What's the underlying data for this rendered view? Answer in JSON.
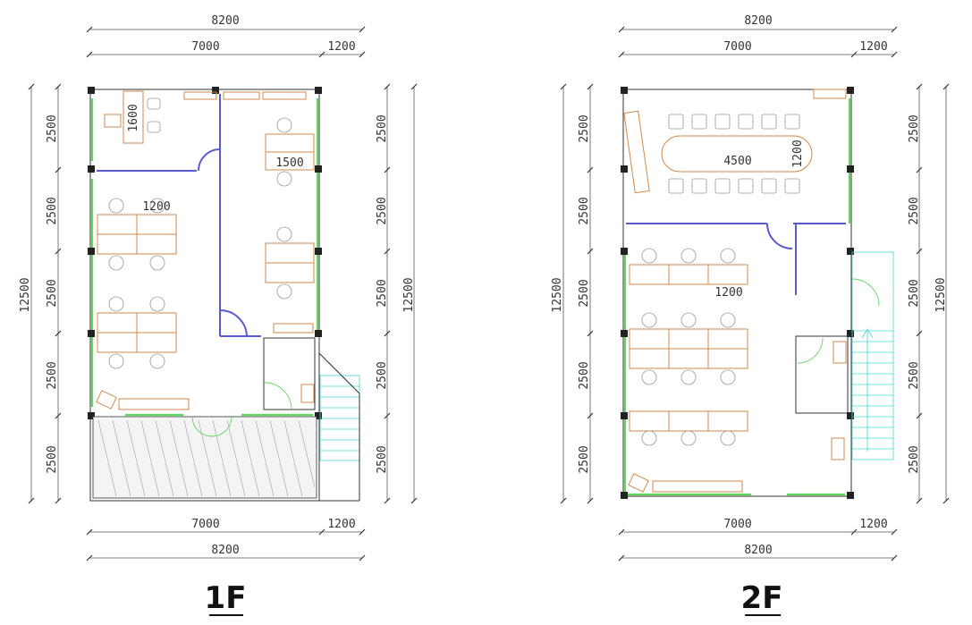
{
  "floors": [
    {
      "label": "1F",
      "dims": {
        "top_total": "8200",
        "top_main": "7000",
        "top_side": "1200",
        "bottom_total": "8200",
        "bottom_main": "7000",
        "bottom_side": "1200",
        "left_rows": [
          "2500",
          "2500",
          "2500",
          "2500",
          "2500"
        ],
        "left_total": "12500",
        "right_rows": [
          "2500",
          "2500",
          "2500",
          "2500",
          "2500"
        ],
        "right_total": "12500"
      },
      "annotations": [
        "1600",
        "1500",
        "1200"
      ]
    },
    {
      "label": "2F",
      "dims": {
        "top_total": "8200",
        "top_main": "7000",
        "top_side": "1200",
        "bottom_total": "8200",
        "bottom_main": "7000",
        "bottom_side": "1200",
        "left_rows": [
          "2500",
          "2500",
          "2500",
          "2500",
          "2500"
        ],
        "left_total": "12500",
        "right_rows": [
          "2500",
          "2500",
          "2500",
          "2500",
          "2500"
        ],
        "right_total": "12500"
      },
      "annotations": [
        "4500",
        "1200",
        "1200"
      ]
    }
  ],
  "colors": {
    "glass": "#5fd85f",
    "partition": "#5a5ad0",
    "desk": "#d2874a",
    "stair": "#44d6d6"
  }
}
